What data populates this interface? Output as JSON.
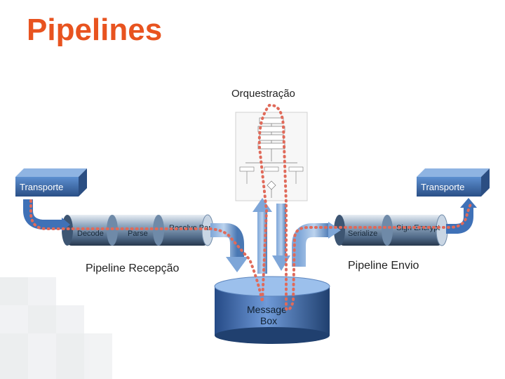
{
  "title": "Pipelines",
  "orchestration": {
    "label": "Orquestração"
  },
  "transport_left": {
    "label": "Transporte"
  },
  "transport_right": {
    "label": "Transporte"
  },
  "receive_pipeline": {
    "label": "Pipeline Recepção",
    "stages": [
      "Decode",
      "Parse",
      "Resolve Party"
    ]
  },
  "send_pipeline": {
    "label": "Pipeline Envio",
    "stages": [
      "Serialize",
      "Sign Encrypt"
    ]
  },
  "message_box": {
    "label_line1": "Message",
    "label_line2": "Box"
  },
  "colors": {
    "title": "#e8531f",
    "pipe": "#3f6f9f",
    "dots": "#e06a5a",
    "box": "#3a6aa8"
  }
}
